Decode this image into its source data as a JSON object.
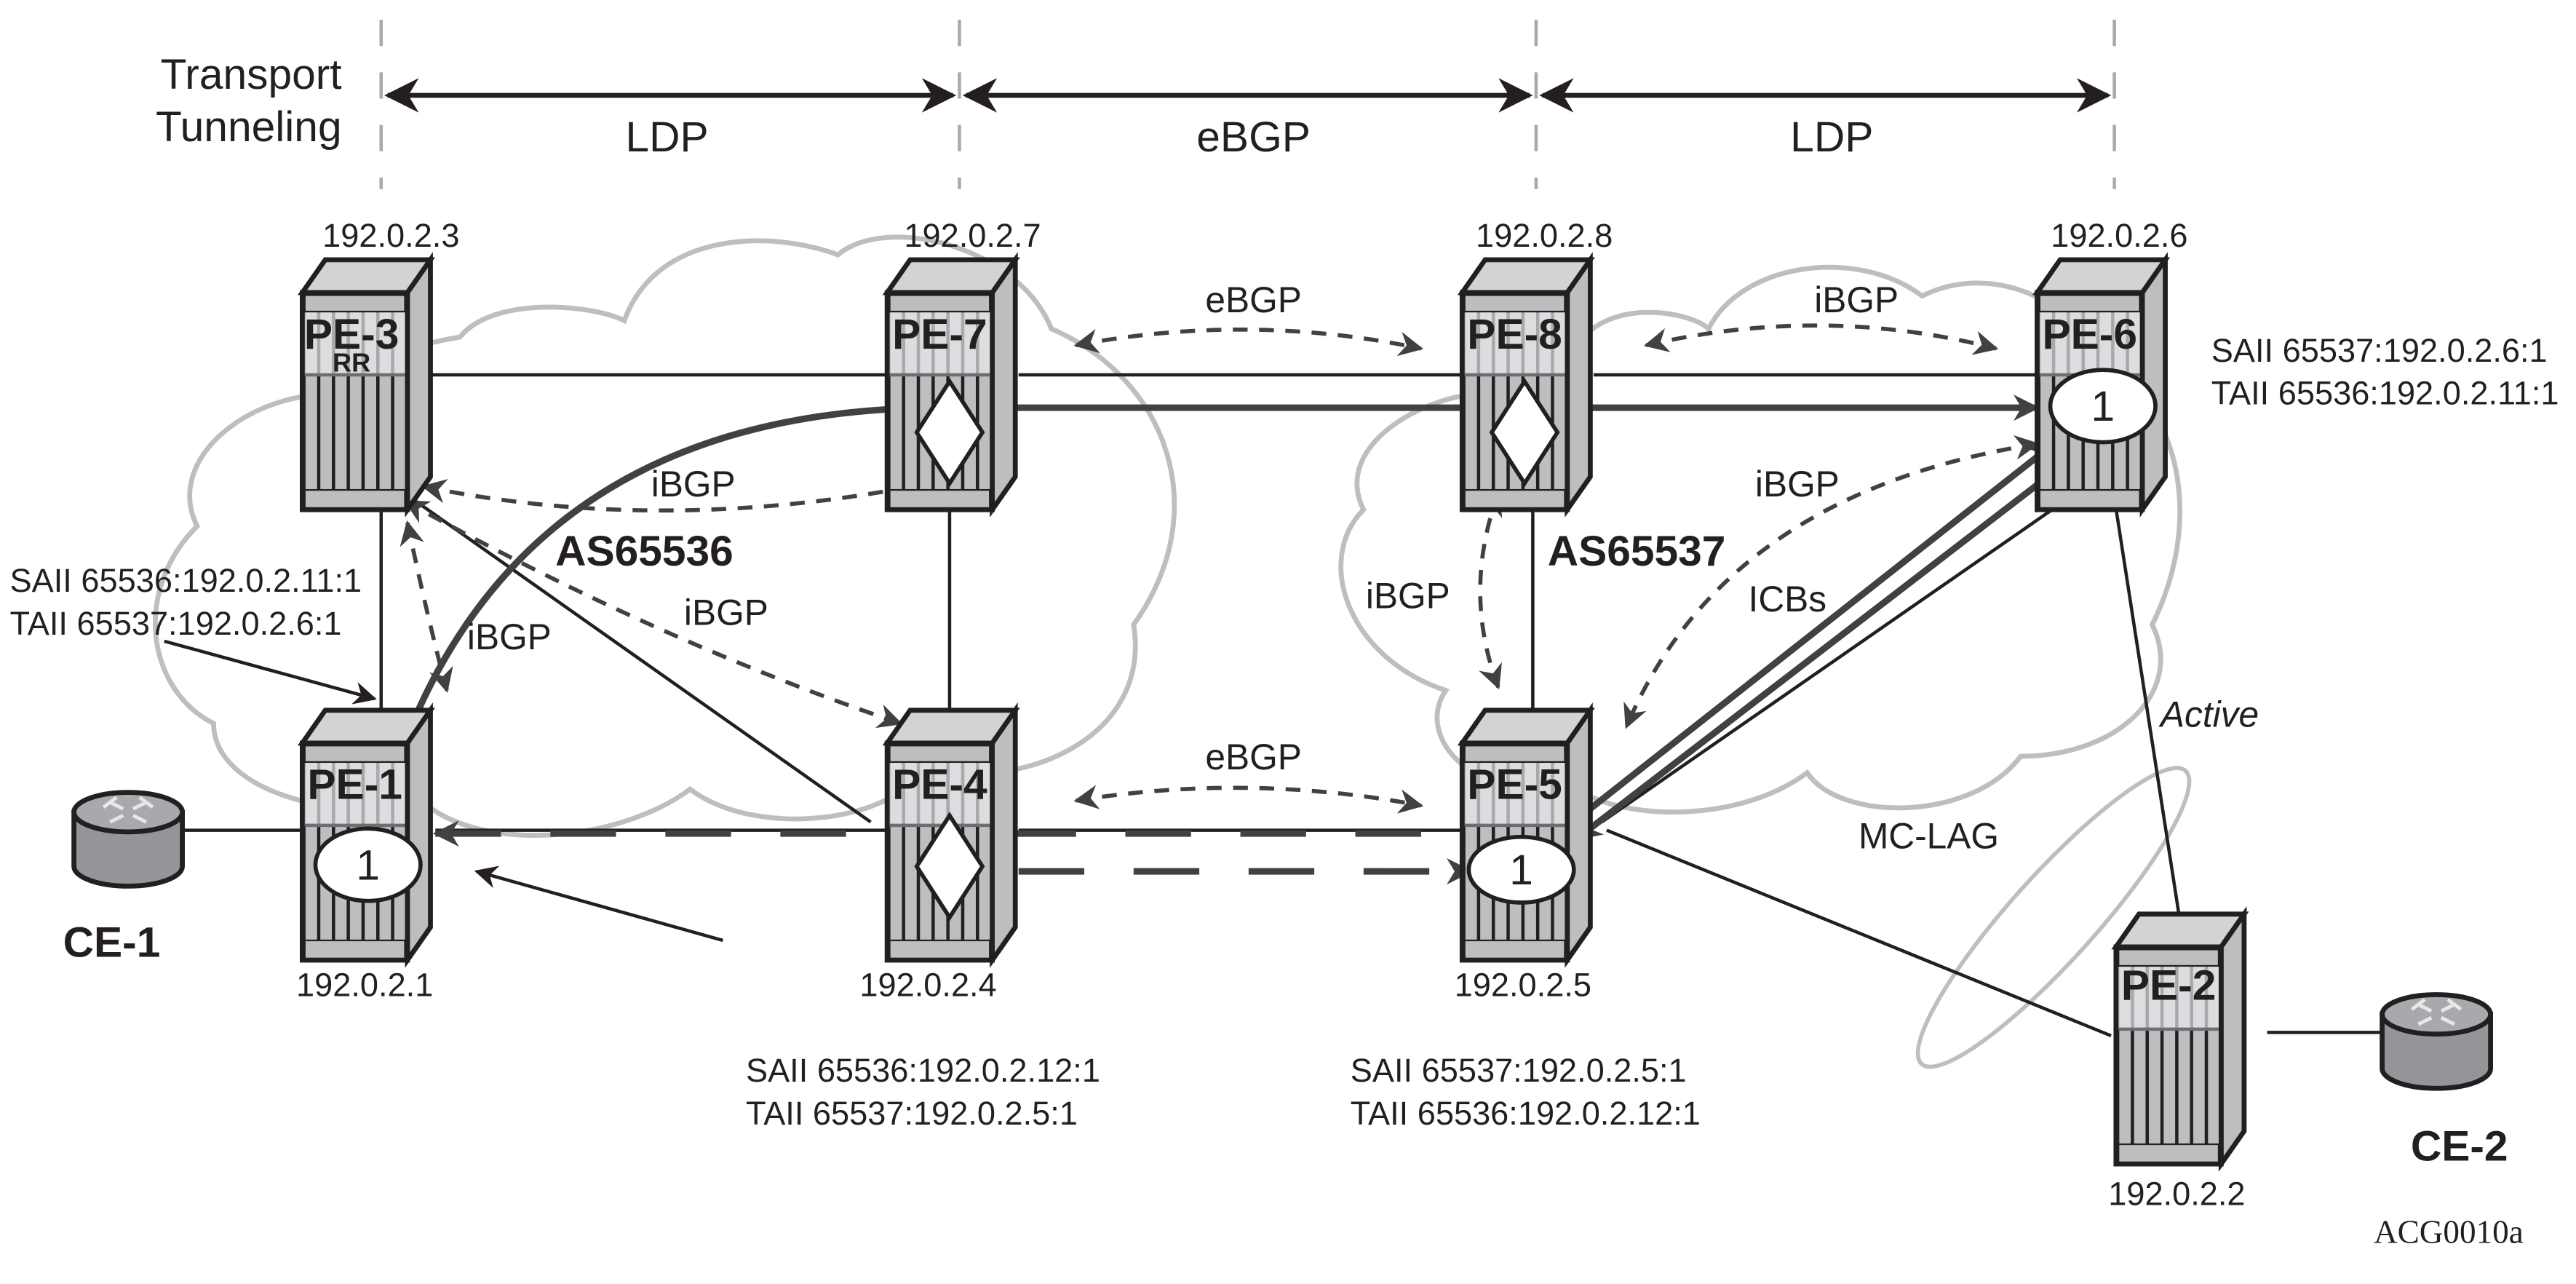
{
  "header": {
    "title_line1": "Transport",
    "title_line2": "Tunneling",
    "segments": [
      "LDP",
      "eBGP",
      "LDP"
    ]
  },
  "as_labels": {
    "left": "AS65536",
    "right": "AS65537"
  },
  "nodes": {
    "pe3": {
      "name": "PE-3",
      "sub": "RR",
      "ip": "192.0.2.3"
    },
    "pe7": {
      "name": "PE-7",
      "ip": "192.0.2.7"
    },
    "pe8": {
      "name": "PE-8",
      "ip": "192.0.2.8"
    },
    "pe6": {
      "name": "PE-6",
      "ip": "192.0.2.6",
      "vc": "1"
    },
    "pe1": {
      "name": "PE-1",
      "ip": "192.0.2.1",
      "vc": "1"
    },
    "pe4": {
      "name": "PE-4",
      "ip": "192.0.2.4"
    },
    "pe5": {
      "name": "PE-5",
      "ip": "192.0.2.5",
      "vc": "1"
    },
    "pe2": {
      "name": "PE-2",
      "ip": "192.0.2.2"
    },
    "ce1": {
      "name": "CE-1"
    },
    "ce2": {
      "name": "CE-2"
    }
  },
  "session_labels": {
    "pe7_pe8": "eBGP",
    "pe8_pe6": "iBGP",
    "pe3_pe7": "iBGP",
    "pe3_pe4": "iBGP",
    "pe3_pe1": "iBGP",
    "pe4_pe5": "eBGP",
    "pe8_pe5": "iBGP",
    "pe6_pe5": "iBGP",
    "icb": "ICBs",
    "active": "Active",
    "mclag": "MC-LAG"
  },
  "annotations": {
    "pe1": {
      "saii": "SAII 65536:192.0.2.11:1",
      "taii": "TAII 65537:192.0.2.6:1"
    },
    "pe6": {
      "saii": "SAII 65537:192.0.2.6:1",
      "taii": "TAII 65536:192.0.2.11:1"
    },
    "pe4": {
      "saii": "SAII 65536:192.0.2.12:1",
      "taii": "TAII 65537:192.0.2.5:1"
    },
    "pe5": {
      "saii": "SAII 65537:192.0.2.5:1",
      "taii": "TAII 65536:192.0.2.12:1"
    }
  },
  "figure_id": "ACG0010a"
}
